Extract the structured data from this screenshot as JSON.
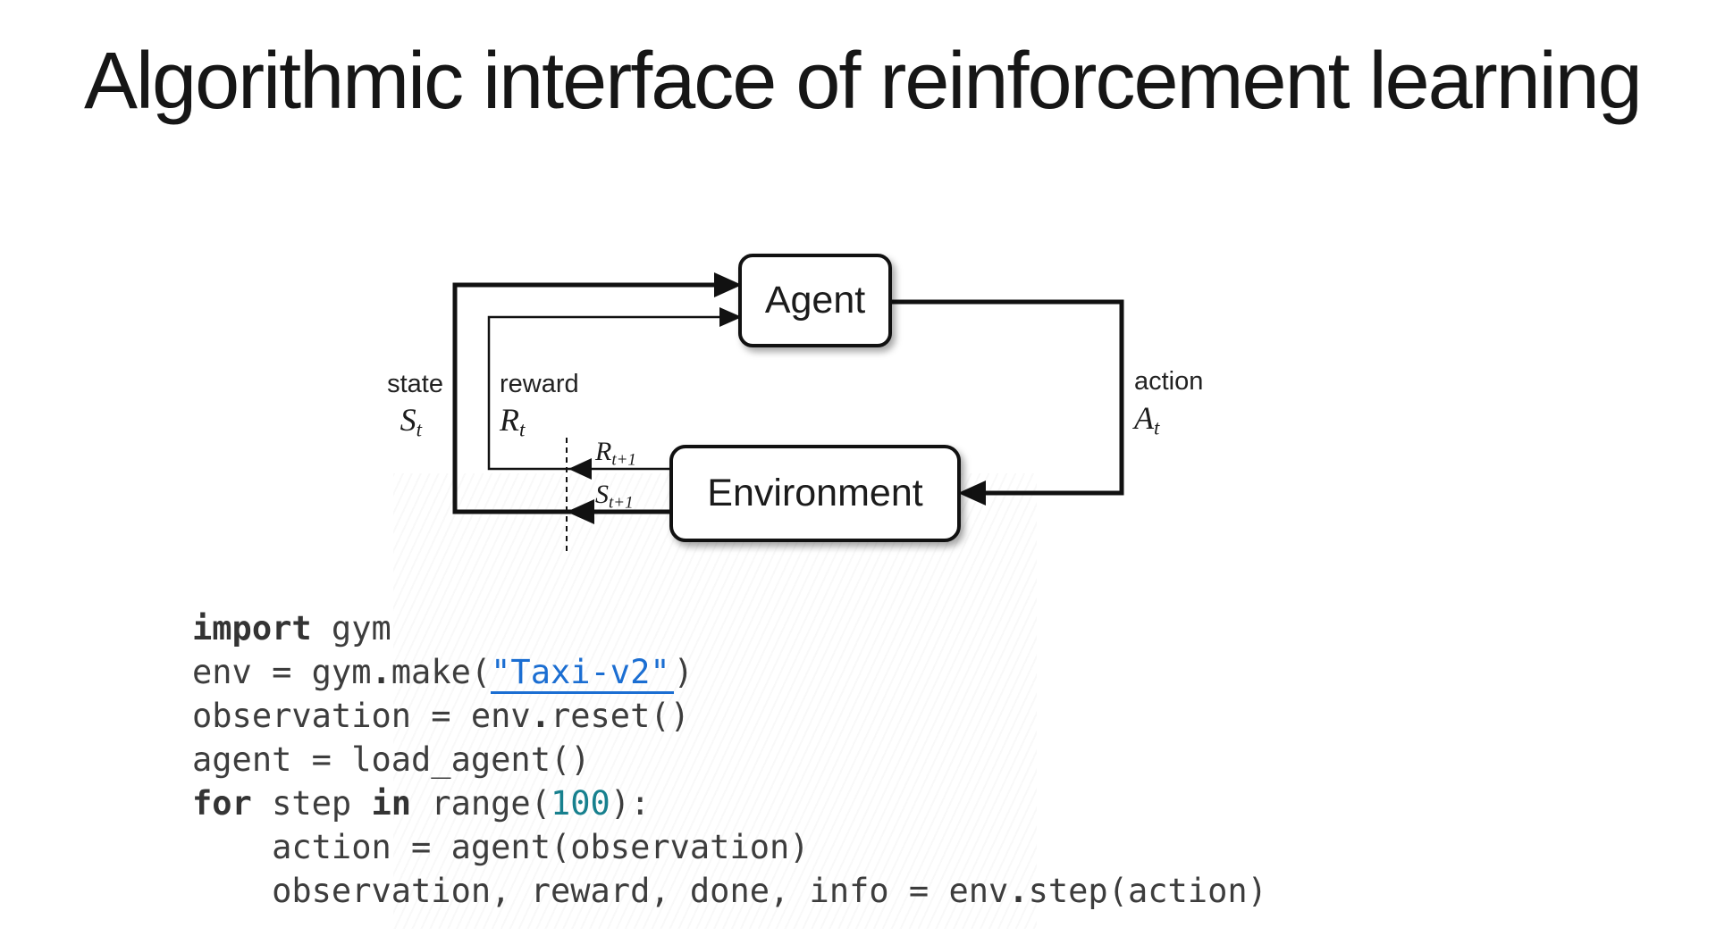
{
  "slide": {
    "title": "Algorithmic interface of reinforcement learning"
  },
  "diagram": {
    "agent": "Agent",
    "environment": "Environment",
    "state_label": "state",
    "state_sym": {
      "base": "S",
      "sub": "t"
    },
    "reward_label": "reward",
    "reward_sym": {
      "base": "R",
      "sub": "t"
    },
    "action_label": "action",
    "action_sym": {
      "base": "A",
      "sub": "t"
    },
    "next_reward_sym": {
      "base": "R",
      "sub": "t+1"
    },
    "next_state_sym": {
      "base": "S",
      "sub": "t+1"
    }
  },
  "code": {
    "language": "python",
    "lines": [
      [
        {
          "t": "import",
          "c": "kw"
        },
        {
          "t": " gym",
          "c": "pl"
        }
      ],
      [
        {
          "t": "env = gym",
          "c": "pl"
        },
        {
          "t": ".",
          "c": "dot"
        },
        {
          "t": "make(",
          "c": "pl"
        },
        {
          "t": "\"Taxi-v2\"",
          "c": "lnk"
        },
        {
          "t": ")",
          "c": "pl"
        }
      ],
      [
        {
          "t": "observation = env",
          "c": "pl"
        },
        {
          "t": ".",
          "c": "dot"
        },
        {
          "t": "reset()",
          "c": "pl"
        }
      ],
      [
        {
          "t": "agent = load_agent()",
          "c": "pl"
        }
      ],
      [
        {
          "t": "for",
          "c": "kw"
        },
        {
          "t": " step ",
          "c": "pl"
        },
        {
          "t": "in",
          "c": "kw"
        },
        {
          "t": " range(",
          "c": "pl"
        },
        {
          "t": "100",
          "c": "num"
        },
        {
          "t": "):",
          "c": "pl"
        }
      ],
      [
        {
          "t": "    action = agent(observation)",
          "c": "pl"
        }
      ],
      [
        {
          "t": "    observation, reward, done, info = env",
          "c": "pl"
        },
        {
          "t": ".",
          "c": "dot"
        },
        {
          "t": "step(action)",
          "c": "pl"
        }
      ]
    ]
  },
  "colors": {
    "link_blue": "#1b6ed2",
    "number_teal": "#17808e",
    "code_gray": "#3d3d3d",
    "ink": "#111111"
  }
}
